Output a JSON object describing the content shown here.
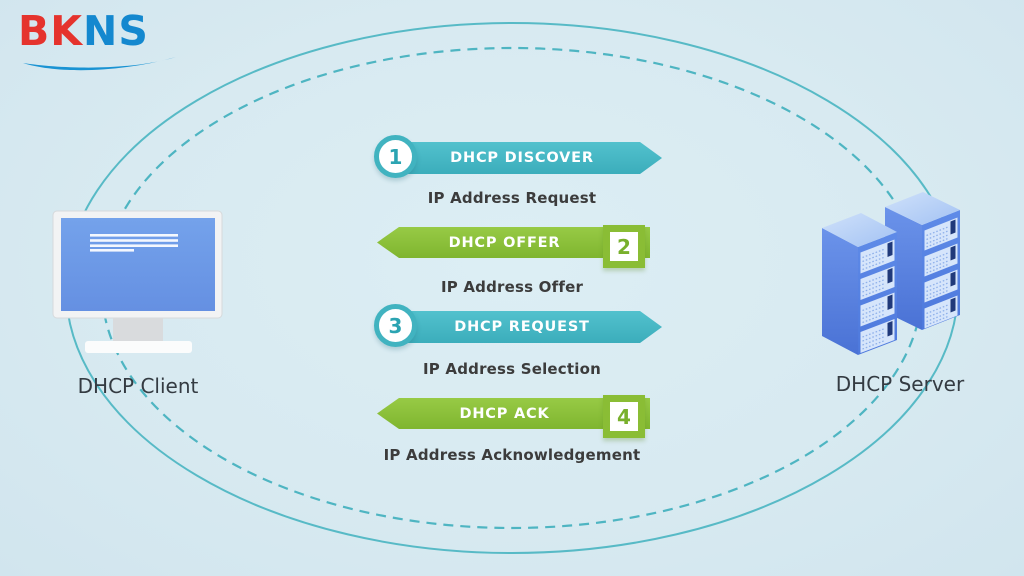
{
  "logo": {
    "red": "BK",
    "blue": "NS"
  },
  "nodes": {
    "client_label": "DHCP Client",
    "server_label": "DHCP Server"
  },
  "steps": [
    {
      "num": "1",
      "title": "DHCP DISCOVER",
      "caption": "IP Address Request",
      "direction": "client-to-server",
      "color": "teal"
    },
    {
      "num": "2",
      "title": "DHCP OFFER",
      "caption": "IP Address Offer",
      "direction": "server-to-client",
      "color": "green"
    },
    {
      "num": "3",
      "title": "DHCP REQUEST",
      "caption": "IP Address Selection",
      "direction": "client-to-server",
      "color": "teal"
    },
    {
      "num": "4",
      "title": "DHCP ACK",
      "caption": "IP Address Acknowledgement",
      "direction": "server-to-client",
      "color": "green"
    }
  ],
  "colors": {
    "background": "#d8eaf1",
    "teal_arrow": "#45b6c3",
    "green_arrow": "#8abd35",
    "ellipse_stroke": "#44b4c1",
    "caption_text": "#3c3c3c",
    "logo_red": "#e5332d",
    "logo_blue": "#1488cf",
    "monitor_screen": "#6f9ce9",
    "server_blue": "#5b87e6"
  }
}
